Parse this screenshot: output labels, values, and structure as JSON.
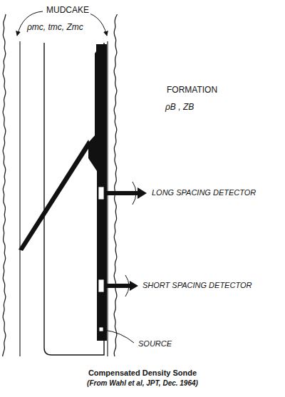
{
  "diagram": {
    "caption": "Compensated Density Sonde",
    "labels": [
      "MUDCAKE",
      "ρmc, tmc, Zmc",
      "FORMATION",
      "ρB , ZB",
      "LONG SPACING DETECTOR",
      "SHORT SPACING DETECTOR",
      "SOURCE",
      "(From Wahl et al, JPT, Dec. 1964)"
    ]
  }
}
